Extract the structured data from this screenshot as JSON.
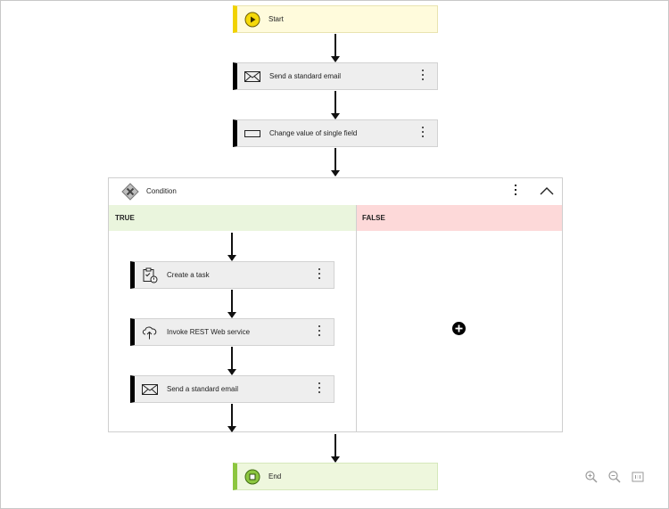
{
  "workflow": {
    "start": {
      "label": "Start",
      "icon": "play-icon"
    },
    "steps": [
      {
        "label": "Send a standard email",
        "icon": "envelope-icon"
      },
      {
        "label": "Change value of single field",
        "icon": "field-icon"
      }
    ],
    "condition": {
      "label": "Condition",
      "icon": "condition-icon",
      "true_label": "TRUE",
      "false_label": "FALSE",
      "true_steps": [
        {
          "label": "Create a task",
          "icon": "task-icon"
        },
        {
          "label": "Invoke REST Web service",
          "icon": "cloud-icon"
        },
        {
          "label": "Send a standard email",
          "icon": "envelope-icon"
        }
      ]
    },
    "end": {
      "label": "End",
      "icon": "stop-icon"
    }
  },
  "zoom_controls": [
    "zoom-in-icon",
    "zoom-out-icon",
    "fit-icon"
  ],
  "colors": {
    "start_bg": "#fffbdc",
    "start_accent": "#f1d200",
    "end_bg": "#eef7dd",
    "end_accent": "#8cc63f",
    "true_bg": "#eaf5dd",
    "false_bg": "#fdd9d9"
  }
}
